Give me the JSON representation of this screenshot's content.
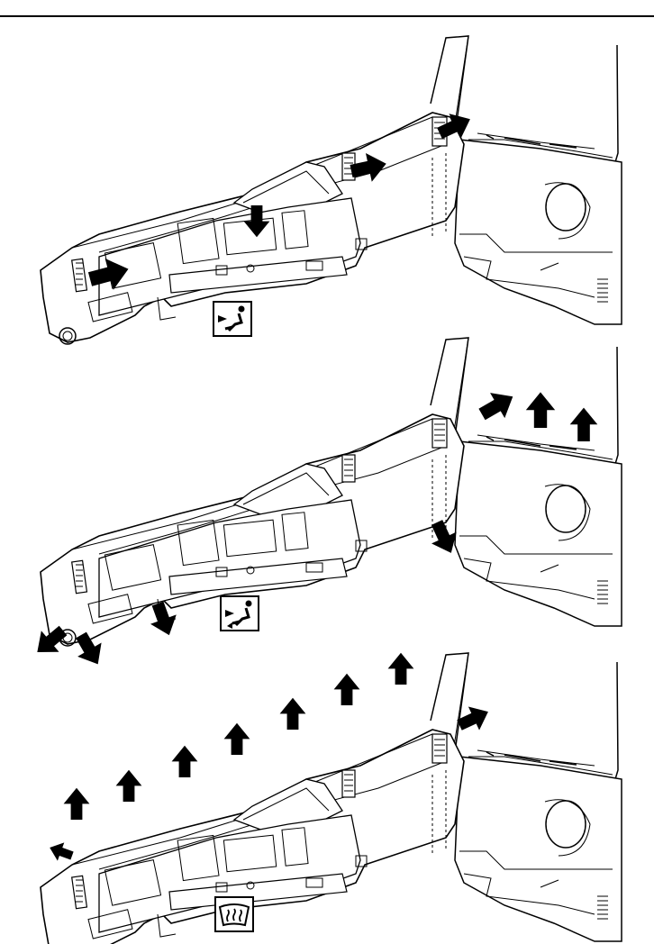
{
  "document": {
    "header_rule": true
  },
  "panels": [
    {
      "id": "face-vents",
      "mode_icon": "airflow-to-face-icon",
      "arrow_direction": "rearward-to-occupant"
    },
    {
      "id": "floor-and-side-vents",
      "mode_icon": "airflow-to-face-and-feet-icon",
      "arrow_direction": "down-to-floor-and-up-side-windows"
    },
    {
      "id": "defrost-vents",
      "mode_icon": "windscreen-defrost-icon",
      "arrow_direction": "up-to-windscreen"
    }
  ],
  "colors": {
    "line": "#000000",
    "fill": "#ffffff",
    "arrow": "#000000"
  }
}
